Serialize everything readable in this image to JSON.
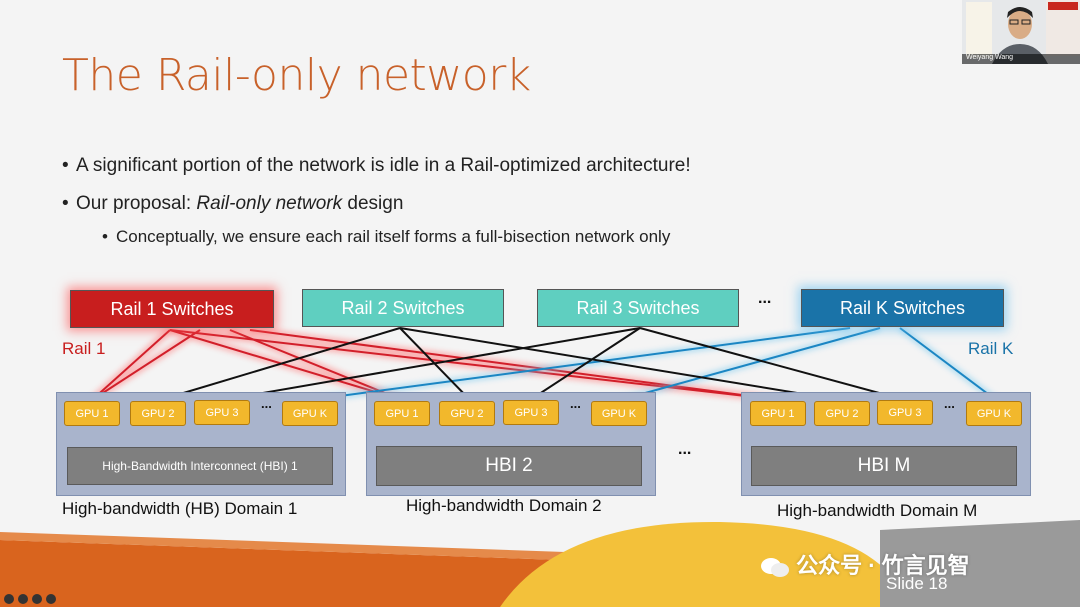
{
  "slide": {
    "title": "The Rail-only network",
    "bullet1": "A significant portion of the network is idle in a Rail-optimized architecture!",
    "bullet2_prefix": "Our proposal: ",
    "bullet2_em": "Rail-only network",
    "bullet2_suffix": " design",
    "sub_bullet": "Conceptually, we ensure each rail itself forms a full-bisection network only",
    "slide_number": "Slide 18"
  },
  "switches": [
    {
      "label": "Rail 1 Switches",
      "color": "#c81e1e"
    },
    {
      "label": "Rail 2 Switches",
      "color": "#5fcfc0"
    },
    {
      "label": "Rail 3 Switches",
      "color": "#5fcfc0"
    },
    {
      "label": "Rail K Switches",
      "color": "#1a73a8"
    }
  ],
  "switch_ellipsis": "...",
  "rail_labels": {
    "rail1": "Rail 1",
    "railK": "Rail K",
    "rail1_color": "#c81e1e",
    "railK_color": "#1a73a8"
  },
  "domains": [
    {
      "gpus": [
        "GPU 1",
        "GPU 2",
        "GPU 3",
        "GPU K"
      ],
      "hbi": "High-Bandwidth Interconnect (HBI) 1",
      "label": "High-bandwidth (HB) Domain 1"
    },
    {
      "gpus": [
        "GPU 1",
        "GPU 2",
        "GPU 3",
        "GPU K"
      ],
      "hbi": "HBI 2",
      "label": "High-bandwidth Domain 2"
    },
    {
      "gpus": [
        "GPU 1",
        "GPU 2",
        "GPU 3",
        "GPU K"
      ],
      "hbi": "HBI M",
      "label": "High-bandwidth Domain M"
    }
  ],
  "gpu_ellipsis": "...",
  "domain_ellipsis": "...",
  "webcam_name": "Weiyang Wang",
  "watermark": "公众号 · 竹言见智"
}
